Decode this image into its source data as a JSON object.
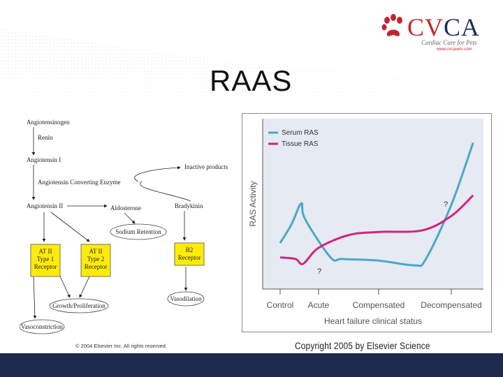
{
  "logo": {
    "brand_cv": "CV",
    "brand_ca": "CA",
    "tagline": "Cardiac Care for Pets",
    "url": "www.cvcavets.com",
    "colors": {
      "red": "#c0272d",
      "navy": "#1d2a5a"
    }
  },
  "slide": {
    "title": "RAAS"
  },
  "diagram": {
    "nodes": {
      "angiotensinogen": "Angiotensinogen",
      "renin": "Renin",
      "angiotensin_i": "Angiotensin I",
      "ace": "Angiotensin Converting Enzyme",
      "inactive": "Inactive products",
      "angiotensin_ii": "Angiotensin II",
      "aldosterone": "Aldosterone",
      "bradykinin": "Bradykinin",
      "sodium": "Sodium Retention",
      "at1_line1": "AT II",
      "at1_line2": "Type 1",
      "at1_line3": "Receptor",
      "at2_line1": "AT II",
      "at2_line2": "Type 2",
      "at2_line3": "Receptor",
      "b2_line1": "B2",
      "b2_line2": "Receptor",
      "vasodilation": "Vasodilation",
      "growth": "Growth/Proliferation",
      "vasoconstriction": "Vasoconstriction"
    },
    "copyright": "© 2004 Elsevier Inc. All rights reserved."
  },
  "chart_data": {
    "type": "line",
    "x": [
      "Control",
      "Acute",
      "Compensated",
      "Decompensated"
    ],
    "xlabel": "Heart failure clinical status",
    "ylabel": "RAS Activity",
    "legend_position": "top-left",
    "grid": false,
    "series": [
      {
        "name": "Serum RAS",
        "color": "#4aa8c8",
        "points": [
          [
            0,
            0.28
          ],
          [
            0.3,
            0.4
          ],
          [
            0.55,
            0.53
          ],
          [
            0.65,
            0.43
          ],
          [
            1.2,
            0.19
          ],
          [
            1.4,
            0.18
          ],
          [
            2.0,
            0.17
          ],
          [
            2.5,
            0.14
          ],
          [
            2.65,
            0.18
          ],
          [
            3.0,
            0.52
          ],
          [
            3.3,
            0.91
          ]
        ]
      },
      {
        "name": "Tissue RAS",
        "color": "#d6237a",
        "points": [
          [
            0,
            0.19
          ],
          [
            0.4,
            0.18
          ],
          [
            0.6,
            0.15
          ],
          [
            1.0,
            0.25
          ],
          [
            1.5,
            0.33
          ],
          [
            2.0,
            0.35
          ],
          [
            2.6,
            0.36
          ],
          [
            3.0,
            0.45
          ],
          [
            3.3,
            0.58
          ]
        ]
      }
    ],
    "annotations": [
      {
        "text": "?",
        "near": "Acute"
      },
      {
        "text": "?",
        "near": "Decompensated"
      }
    ],
    "copyright": "Copyright 2005 by Elsevier Science"
  }
}
